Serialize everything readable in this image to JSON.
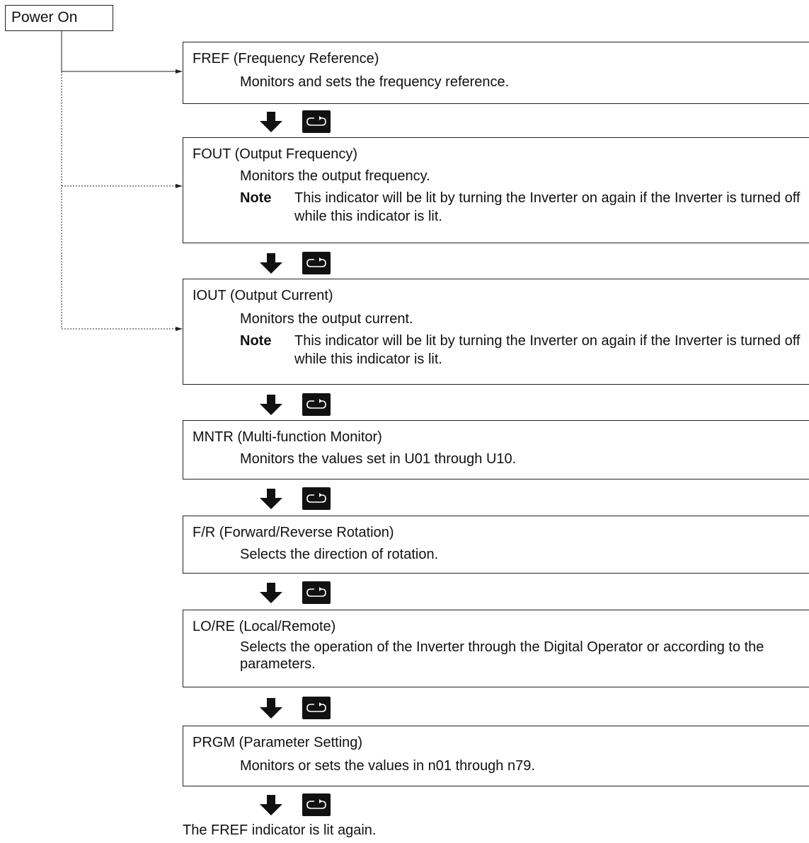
{
  "start": {
    "label": "Power On"
  },
  "modes": [
    {
      "title": "FREF (Frequency Reference)",
      "description": "Monitors and sets the frequency reference.",
      "note_label": "",
      "note": ""
    },
    {
      "title": "FOUT (Output Frequency)",
      "description": "Monitors the output frequency.",
      "note_label": "Note",
      "note": "This indicator will be lit by turning the Inverter on again if the Inverter is turned off while this indicator is lit."
    },
    {
      "title": "IOUT (Output Current)",
      "description": "Monitors the output current.",
      "note_label": "Note",
      "note": "This indicator will be lit by turning the Inverter on again if the Inverter is turned off while this indicator is lit."
    },
    {
      "title": "MNTR (Multi-function Monitor)",
      "description": "Monitors the values set in U01 through U10.",
      "note_label": "",
      "note": ""
    },
    {
      "title": "F/R (Forward/Reverse Rotation)",
      "description": "Selects the direction of rotation.",
      "note_label": "",
      "note": ""
    },
    {
      "title": "LO/RE (Local/Remote)",
      "description": "Selects the operation of the Inverter through the Digital Operator or according to the parameters.",
      "note_label": "",
      "note": ""
    },
    {
      "title": "PRGM (Parameter Setting)",
      "description": "Monitors or sets the values in n01 through n79.",
      "note_label": "",
      "note": ""
    }
  ],
  "step_icons": {
    "arrow": "down-arrow-icon",
    "key": "mode-key-icon"
  },
  "end": {
    "text": "The FREF indicator is lit again."
  }
}
